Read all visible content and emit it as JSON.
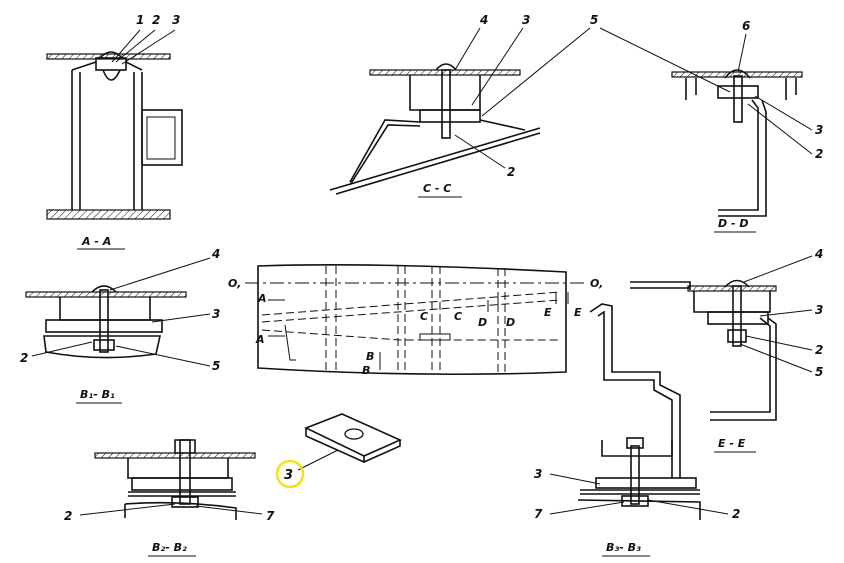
{
  "views": {
    "a_a": {
      "title": "A - A",
      "callouts": [
        "1",
        "2",
        "3"
      ]
    },
    "c_c": {
      "title": "C - C",
      "callouts": [
        "4",
        "3",
        "5",
        "2"
      ]
    },
    "d_d": {
      "title": "D - D",
      "callouts": [
        "6",
        "3",
        "2"
      ]
    },
    "b1_b1": {
      "title": "B₁- B₁",
      "callouts": [
        "4",
        "3",
        "2",
        "5"
      ]
    },
    "center": {
      "axis_left": "O,",
      "axis_right": "O,",
      "section_marks": [
        "A",
        "A",
        "C",
        "C",
        "D",
        "D",
        "E",
        "E",
        "B",
        "B"
      ]
    },
    "e_e": {
      "title": "E - E",
      "callouts": [
        "4",
        "3",
        "2",
        "5"
      ]
    },
    "gasket": {
      "callout": "3"
    },
    "b2_b2": {
      "title": "B₂- B₂",
      "callouts": [
        "2",
        "7"
      ]
    },
    "b3_b3": {
      "title": "B₃- B₃",
      "callouts": [
        "3",
        "7",
        "2"
      ]
    }
  },
  "colors": {
    "ink": "#111111",
    "highlight": "#f2e21a",
    "background": "#ffffff"
  }
}
